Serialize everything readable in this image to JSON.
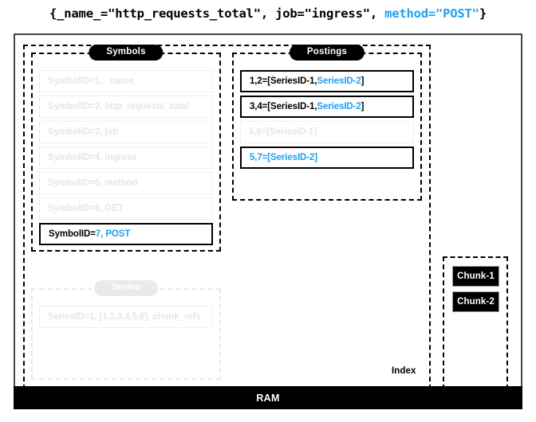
{
  "title": {
    "prefix": "{_name_=\"http_requests_total\", job=\"ingress\", ",
    "highlight": "method=\"POST\"",
    "suffix": "}"
  },
  "colors": {
    "accent_blue": "#1EA0F1",
    "faded_grey": "#e6e6e6",
    "black": "#000000",
    "white": "#ffffff"
  },
  "ram": {
    "label": "RAM"
  },
  "index": {
    "label": "Index"
  },
  "symbols": {
    "pill_label": "Symbols",
    "rows": [
      {
        "text": "SymbolID=1, _name_",
        "state": "dim"
      },
      {
        "text": "SymbolID=2, http_requests_total",
        "state": "dim"
      },
      {
        "text": "SymbolID=3, job",
        "state": "dim"
      },
      {
        "text": "SymbolID=4, ingress",
        "state": "dim"
      },
      {
        "text": "SymbolID=5, method",
        "state": "dim"
      },
      {
        "text": "SymbolID=6, GET",
        "state": "dim"
      },
      {
        "prefix": "SymbolID=",
        "highlight": "7, POST",
        "suffix": "",
        "state": "active"
      }
    ]
  },
  "postings": {
    "pill_label": "Postings",
    "rows": [
      {
        "prefix": "1,2=[SeriesID-1,",
        "highlight": "SeriesID-2",
        "suffix": "]",
        "state": "active"
      },
      {
        "prefix": "3,4=[SeriesID-1,",
        "highlight": "SeriesID-2",
        "suffix": "]",
        "state": "active"
      },
      {
        "text": "5,6=[SeriesID-1]",
        "state": "dim"
      },
      {
        "prefix": "",
        "highlight": "5,7=[SeriesID-2]",
        "suffix": "",
        "state": "active"
      }
    ]
  },
  "series": {
    "pill_label": "Series",
    "rows": [
      {
        "text": "SeriesID=1, [1,2,3,4,5,6], chunk_refs",
        "state": "dim"
      }
    ]
  },
  "chunks": {
    "blocks": [
      {
        "label": "Chunk-1"
      },
      {
        "label": "Chunk-2"
      }
    ]
  }
}
